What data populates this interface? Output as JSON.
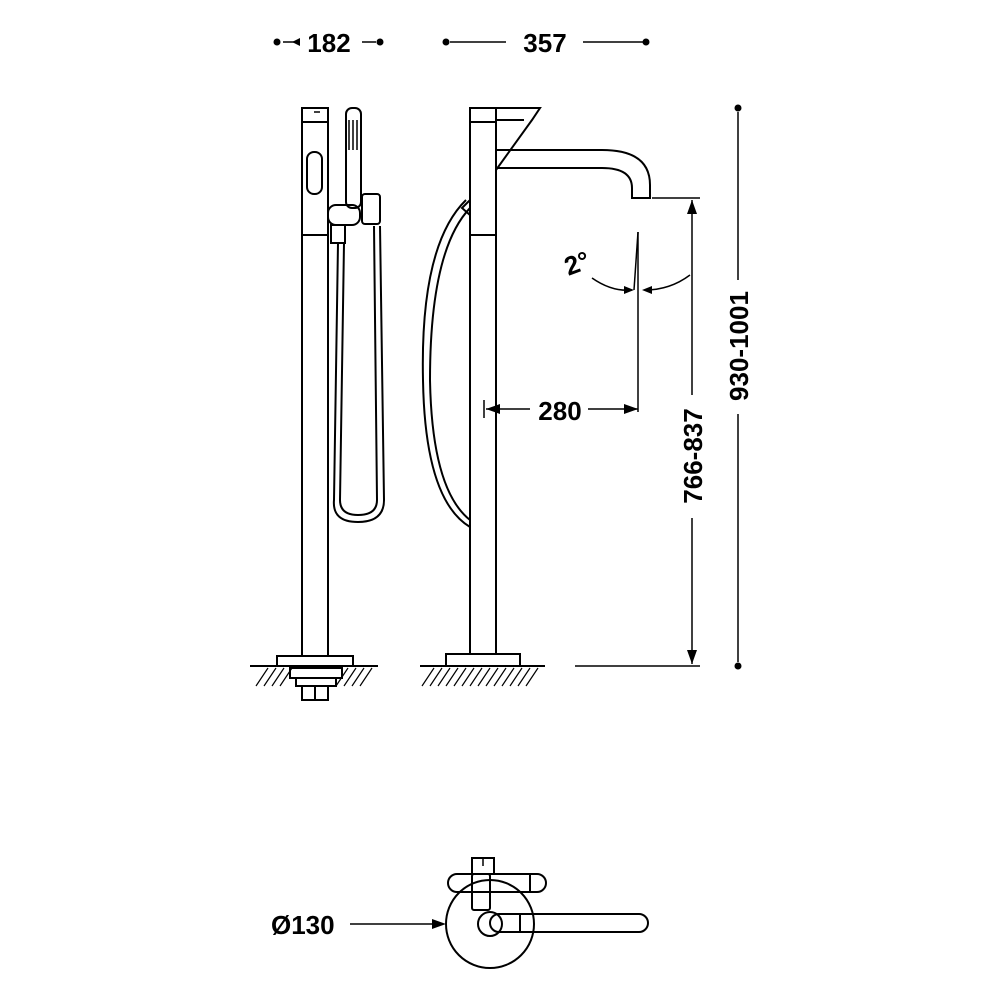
{
  "dimensions": {
    "front_width": "182",
    "side_width": "357",
    "reach": "280",
    "angle": "2°",
    "spout_height": "766-837",
    "total_height": "930-1001",
    "base_diameter": "Ø130"
  },
  "colors": {
    "line": "#000000",
    "background": "#ffffff"
  }
}
